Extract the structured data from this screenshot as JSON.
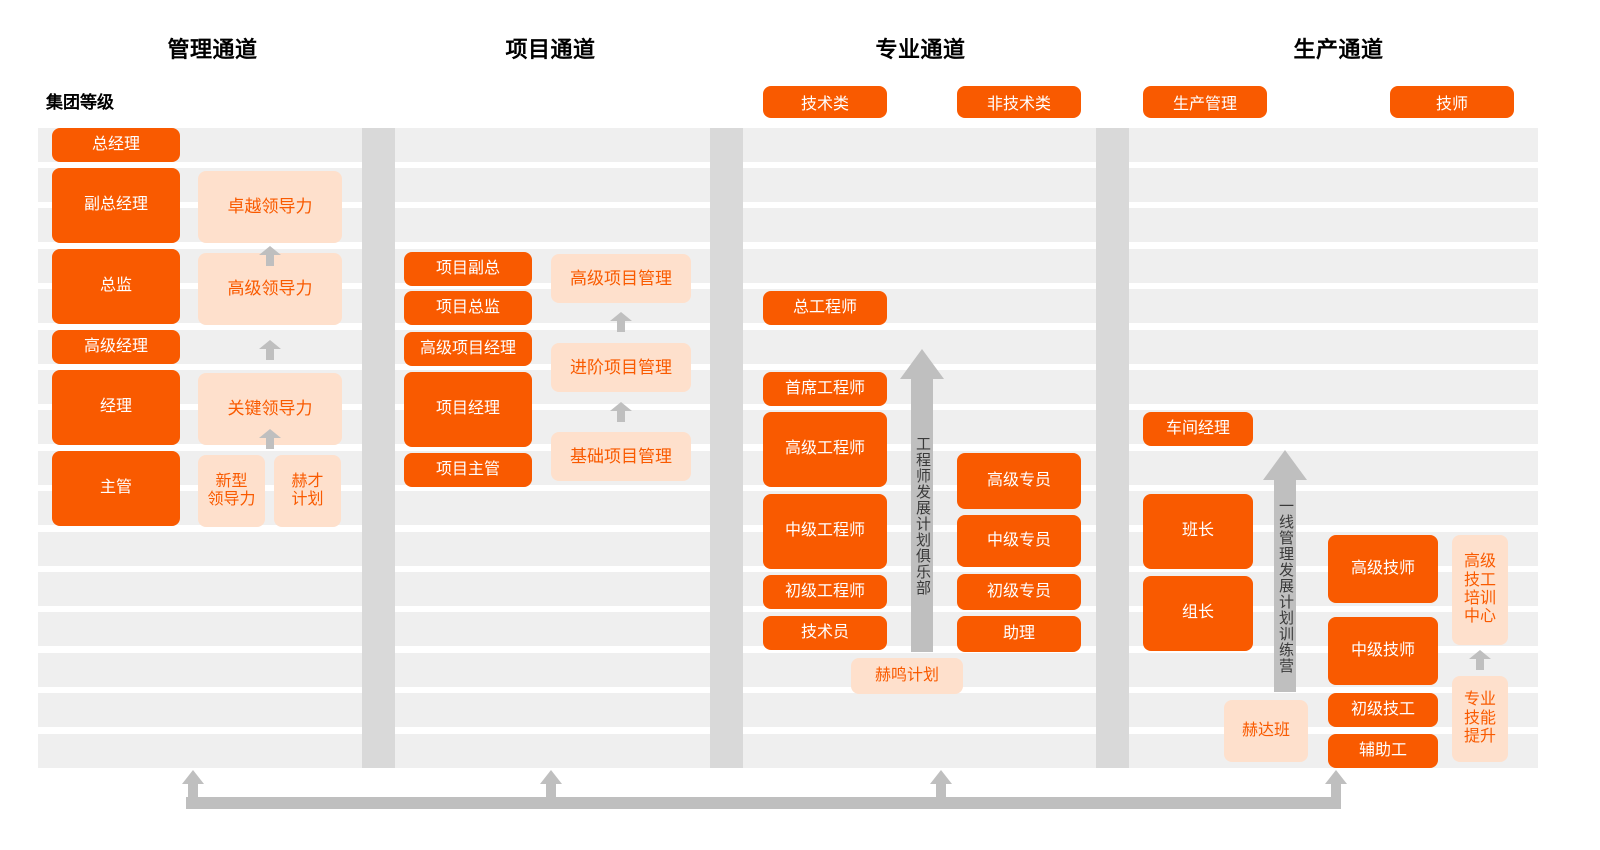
{
  "meta": {
    "grade_label": "集团等级",
    "colors": {
      "accent_orange": "#F95A00",
      "pale_orange": "#FEE0CC",
      "band_gray": "#EFEFEF",
      "divider_gray": "#D9D9D9",
      "arrow_gray": "#BFBFBF"
    }
  },
  "channels": [
    {
      "id": "management",
      "title": "管理通道"
    },
    {
      "id": "project",
      "title": "项目通道"
    },
    {
      "id": "professional",
      "title": "专业通道"
    },
    {
      "id": "production",
      "title": "生产通道"
    }
  ],
  "caps": [
    {
      "id": "technical",
      "label": "技术类"
    },
    {
      "id": "non-technical",
      "label": "非技术类"
    },
    {
      "id": "production-mgmt",
      "label": "生产管理"
    },
    {
      "id": "technician",
      "label": "技师"
    }
  ],
  "management": {
    "positions": [
      {
        "label": "总经理"
      },
      {
        "label": "副总经理"
      },
      {
        "label": "总监"
      },
      {
        "label": "高级经理"
      },
      {
        "label": "经理"
      },
      {
        "label": "主管"
      }
    ],
    "programs": [
      {
        "label": "卓越领导力"
      },
      {
        "label": "高级领导力"
      },
      {
        "label": "关键领导力"
      },
      {
        "label": "新型\n领导力"
      },
      {
        "label": "赫才\n计划"
      }
    ]
  },
  "project": {
    "positions": [
      {
        "label": "项目副总"
      },
      {
        "label": "项目总监"
      },
      {
        "label": "高级项目经理"
      },
      {
        "label": "项目经理"
      },
      {
        "label": "项目主管"
      }
    ],
    "programs": [
      {
        "label": "高级项目管理"
      },
      {
        "label": "进阶项目管理"
      },
      {
        "label": "基础项目管理"
      }
    ]
  },
  "professional": {
    "technical_positions": [
      {
        "label": "总工程师"
      },
      {
        "label": "首席工程师"
      },
      {
        "label": "高级工程师"
      },
      {
        "label": "中级工程师"
      },
      {
        "label": "初级工程师"
      },
      {
        "label": "技术员"
      }
    ],
    "non_technical_positions": [
      {
        "label": "高级专员"
      },
      {
        "label": "中级专员"
      },
      {
        "label": "初级专员"
      },
      {
        "label": "助理"
      }
    ],
    "arrow_label": "工程师发展计划俱乐部",
    "programs": [
      {
        "label": "赫鸣计划"
      }
    ]
  },
  "production": {
    "management_positions": [
      {
        "label": "车间经理"
      },
      {
        "label": "班长"
      },
      {
        "label": "组长"
      }
    ],
    "technician_positions": [
      {
        "label": "高级技师"
      },
      {
        "label": "中级技师"
      },
      {
        "label": "初级技工"
      },
      {
        "label": "辅助工"
      }
    ],
    "arrow_label": "一线管理发展计划训练营",
    "programs": [
      {
        "label": "赫达班"
      },
      {
        "label": "高级\n技工\n培训\n中心"
      },
      {
        "label": "专业\n技能\n提升"
      }
    ]
  }
}
